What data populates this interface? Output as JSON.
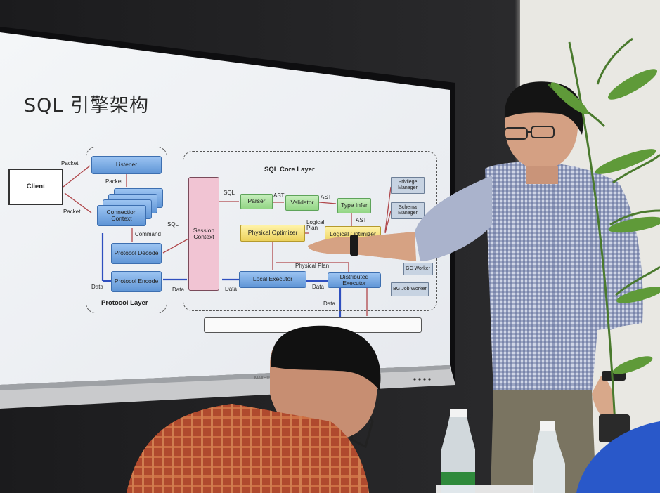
{
  "slide": {
    "title": "SQL 引擎架构",
    "client": "Client",
    "protocol_layer": {
      "title": "Protocol Layer",
      "listener": "Listener",
      "connection_context": "Connection Context",
      "protocol_decode": "Protocol Decode",
      "protocol_encode": "Protocol Encode"
    },
    "session_context": "Session Context",
    "sql_core_layer": {
      "title": "SQL Core Layer",
      "parser": "Parser",
      "validator": "Validator",
      "type_infer": "Type Infer",
      "physical_optimizer": "Physical Optimizer",
      "logical_optimizer": "Logical Optimizer",
      "local_executor": "Local Executor",
      "distributed_executor": "Distributed Executor"
    },
    "side_boxes": {
      "privilege_manager": "Privilege Manager",
      "schema_manager": "Schema Manager",
      "gc_worker": "GC Worker",
      "bg_job_worker": "BG Job Worker"
    },
    "labels": {
      "packet": "Packet",
      "command": "Command",
      "sql": "SQL",
      "data": "Data",
      "ast": "AST",
      "logical_plan": "Logical Plan",
      "physical_plan": "Physical Plan"
    }
  },
  "monitor_brand": "MAXHUB"
}
